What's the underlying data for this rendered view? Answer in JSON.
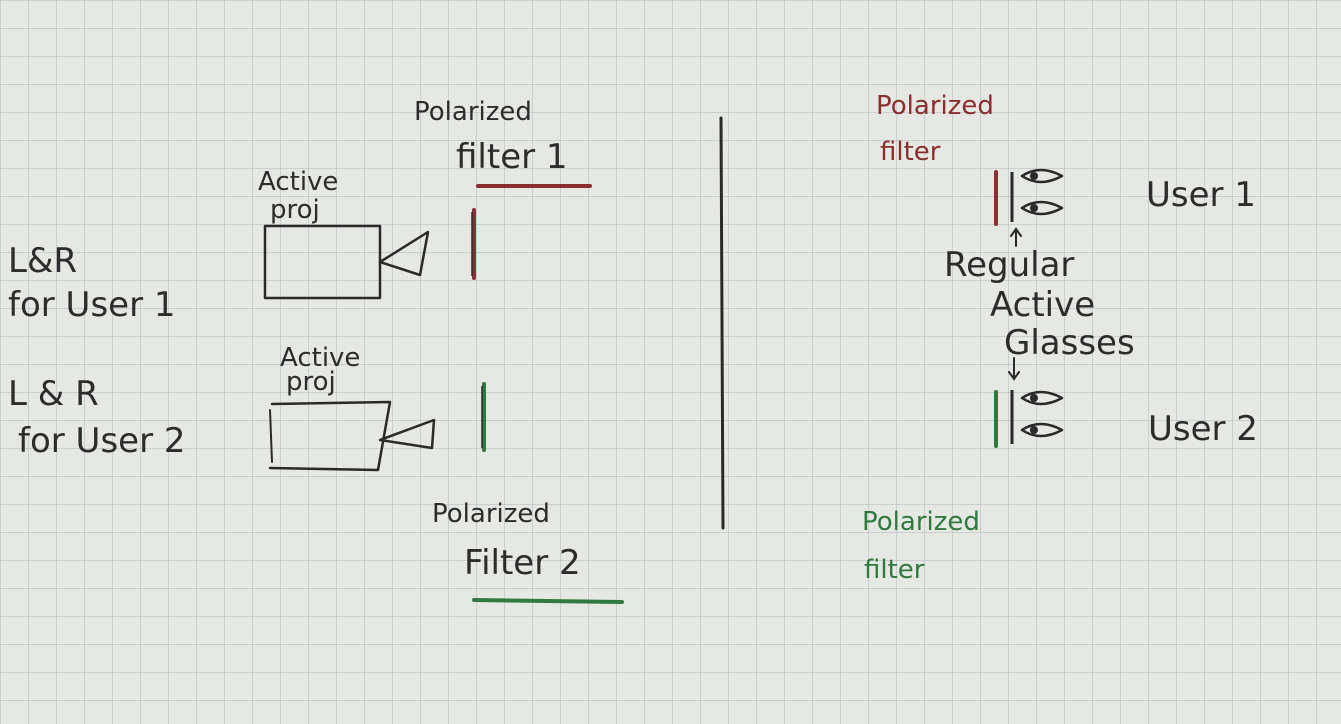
{
  "left_panel": {
    "user1_label_line1": "L&R",
    "user1_label_line2": "for User 1",
    "user2_label_line1": "L & R",
    "user2_label_line2": "for User 2",
    "projector1_label_line1": "Active",
    "projector1_label_line2": "proj",
    "projector2_label_line1": "Active",
    "projector2_label_line2": "proj",
    "filter1_label_line1": "Polarized",
    "filter1_label_line2": "filter 1",
    "filter2_label_line1": "Polarized",
    "filter2_label_line2": "Filter 2"
  },
  "right_panel": {
    "filter_red_line1": "Polarized",
    "filter_red_line2": "filter",
    "user1_label": "User 1",
    "glasses_line1": "Regular",
    "glasses_line2": "Active",
    "glasses_line3": "Glasses",
    "user2_label": "User 2",
    "filter_green_line1": "Polarized",
    "filter_green_line2": "filter"
  },
  "colors": {
    "filter_1": "#8a2e2e",
    "filter_2": "#2f7a3c",
    "ink": "#2a2a2a",
    "paper": "#e6e8e3"
  }
}
